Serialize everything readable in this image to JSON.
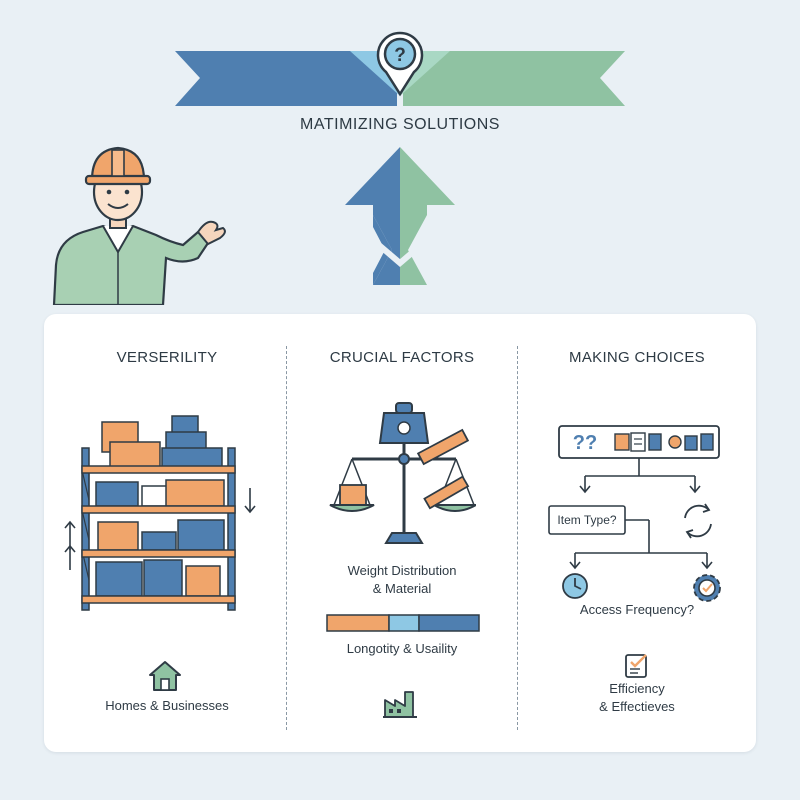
{
  "header": {
    "title": "MATIMIZING SOLUTIONS",
    "pin_symbol": "?"
  },
  "columns": [
    {
      "title": "VERSERILITY",
      "footer": "Homes & Businesses"
    },
    {
      "title": "CRUCIAL FACTORS",
      "label_line1": "Weight Distribution",
      "label_line2": "& Material",
      "bar_label": "Longotity & Usaility"
    },
    {
      "title": "MAKING CHOICES",
      "icon_row_text": "??",
      "item_type": "Item Type?",
      "access_frequency": "Access Frequency?",
      "footer_line1": "Efficiency",
      "footer_line2": "& Effectieves"
    }
  ],
  "colors": {
    "blue": "#4f7fb0",
    "green": "#8fc2a2",
    "orange": "#f0a56b",
    "light_blue": "#8ec8e4",
    "navy": "#2f4a73"
  },
  "icons": [
    "question-pin-icon",
    "up-arrow-icon",
    "house-icon",
    "factory-icon",
    "scale-icon",
    "clock-icon",
    "gear-icon",
    "cycle-icon",
    "checklist-icon"
  ]
}
